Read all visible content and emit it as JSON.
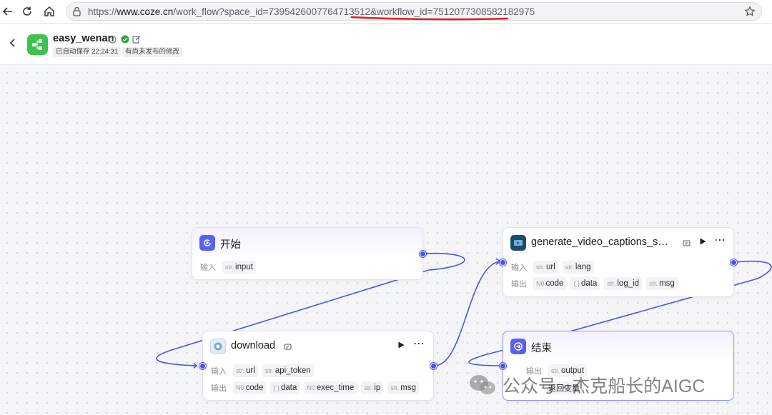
{
  "browser": {
    "url_prefix": "https://",
    "url_host": "www.coze.cn",
    "url_path": "/work_flow?space_id=7395426007764713512",
    "url_highlight": "&workflow_id=7512077308582182975"
  },
  "header": {
    "title": "easy_wenan",
    "autosave": "已自动保存 22:24:31",
    "unpublished": "有尚未发布的修改"
  },
  "nodes": {
    "start": {
      "title": "开始",
      "input_label": "输入",
      "inputs": [
        {
          "type": "str.",
          "name": "input"
        }
      ]
    },
    "download": {
      "title": "download",
      "input_label": "输入",
      "output_label": "输出",
      "inputs": [
        {
          "type": "str.",
          "name": "url"
        },
        {
          "type": "str.",
          "name": "api_token"
        }
      ],
      "outputs": [
        {
          "type": "N0",
          "name": "code"
        },
        {
          "type": "{ }",
          "name": "data"
        },
        {
          "type": "N0",
          "name": "exec_time"
        },
        {
          "type": "str.",
          "name": "ip"
        },
        {
          "type": "str.",
          "name": "msg"
        }
      ]
    },
    "captions": {
      "title": "generate_video_captions_s…",
      "input_label": "输入",
      "output_label": "输出",
      "inputs": [
        {
          "type": "str.",
          "name": "url"
        },
        {
          "type": "str.",
          "name": "lang"
        }
      ],
      "outputs": [
        {
          "type": "N0",
          "name": "code"
        },
        {
          "type": "{ }",
          "name": "data"
        },
        {
          "type": "str.",
          "name": "log_id"
        },
        {
          "type": "str.",
          "name": "msg"
        }
      ]
    },
    "end": {
      "title": "结束",
      "output_label": "输出",
      "outputs": [
        {
          "type": "str.",
          "name": "output"
        }
      ],
      "return_label": "返回变量"
    }
  },
  "watermark": {
    "text": "公众号 · 杰克船长的AIGC"
  },
  "colors": {
    "accent": "#4d53e8",
    "logo_green": "#3ec250",
    "annotation_red": "#e02020"
  }
}
